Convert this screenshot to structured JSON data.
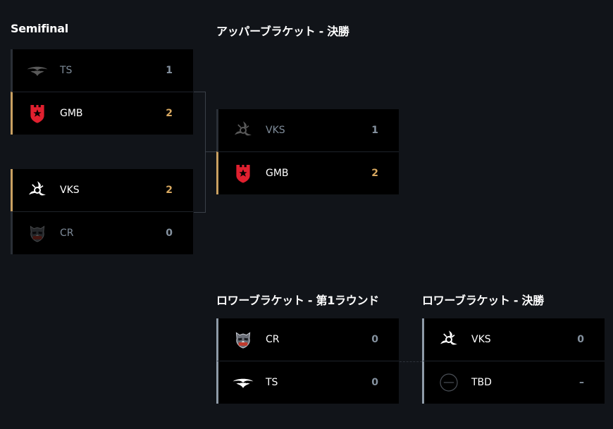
{
  "headings": {
    "semifinal": "Semifinal",
    "upper_final": "アッパーブラケット - 決勝",
    "lower_round1": "ロワーブラケット - 第1ラウンド",
    "lower_final": "ロワーブラケット - 決勝"
  },
  "semifinal_1": {
    "team_a": {
      "name": "TS",
      "score": "1",
      "logo": "team-secret-logo"
    },
    "team_b": {
      "name": "GMB",
      "score": "2",
      "logo": "gambit-logo"
    }
  },
  "semifinal_2": {
    "team_a": {
      "name": "VKS",
      "score": "2",
      "logo": "vikings-logo"
    },
    "team_b": {
      "name": "CR",
      "score": "0",
      "logo": "cr-raccoon-logo"
    }
  },
  "upper_final": {
    "team_a": {
      "name": "VKS",
      "score": "1",
      "logo": "vikings-logo"
    },
    "team_b": {
      "name": "GMB",
      "score": "2",
      "logo": "gambit-logo"
    }
  },
  "lower_round1": {
    "team_a": {
      "name": "CR",
      "score": "0",
      "logo": "cr-raccoon-logo"
    },
    "team_b": {
      "name": "TS",
      "score": "0",
      "logo": "team-secret-logo"
    }
  },
  "lower_final": {
    "team_a": {
      "name": "VKS",
      "score": "0",
      "logo": "vikings-logo"
    },
    "team_b": {
      "name": "TBD",
      "score": "–",
      "logo": "tbd-placeholder-icon"
    }
  },
  "colors": {
    "background": "#111419",
    "card": "#000000",
    "winner_accent": "#c9a061",
    "lower_accent": "#8f9ba8",
    "gambit_red": "#e0202f"
  }
}
